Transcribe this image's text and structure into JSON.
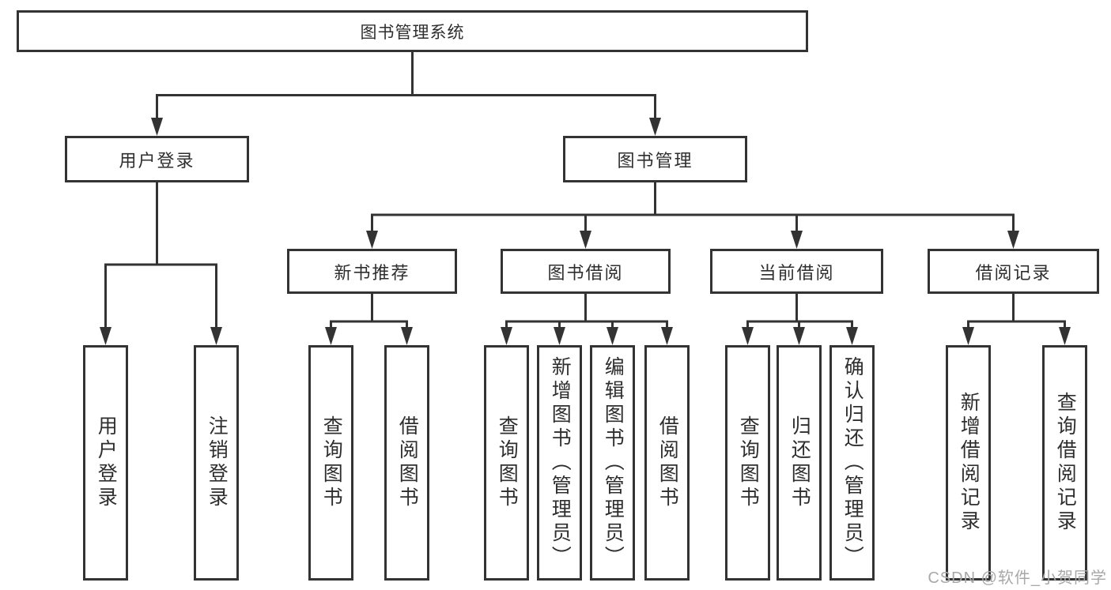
{
  "tree": {
    "root": {
      "label": "图书管理系统"
    },
    "branches": [
      {
        "label": "用户登录",
        "children": [
          {
            "label": "用户登录"
          },
          {
            "label": "注销登录"
          }
        ]
      },
      {
        "label": "图书管理",
        "children": [
          {
            "label": "新书推荐",
            "children": [
              {
                "label": "查询图书"
              },
              {
                "label": "借阅图书"
              }
            ]
          },
          {
            "label": "图书借阅",
            "children": [
              {
                "label": "查询图书"
              },
              {
                "label": "新增图书（管理员）"
              },
              {
                "label": "编辑图书（管理员）"
              },
              {
                "label": "借阅图书"
              }
            ]
          },
          {
            "label": "当前借阅",
            "children": [
              {
                "label": "查询图书"
              },
              {
                "label": "归还图书"
              },
              {
                "label": "确认归还（管理员）"
              }
            ]
          },
          {
            "label": "借阅记录",
            "children": [
              {
                "label": "新增借阅记录"
              },
              {
                "label": "查询借阅记录"
              }
            ]
          }
        ]
      }
    ]
  },
  "watermark": {
    "text": "CSDN @软件_小贺同学"
  },
  "colors": {
    "line": "#333333",
    "box_border": "#333333",
    "text": "#2e2e2e",
    "watermark": "#a8a8a8",
    "background": "#ffffff"
  }
}
